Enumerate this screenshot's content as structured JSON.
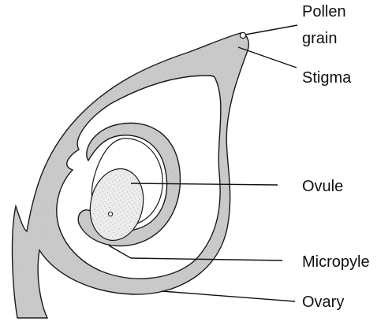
{
  "diagram": {
    "colors": {
      "tissue_fill": "#c9c9c9",
      "outline": "#1a1a1a",
      "ovule_fill": "#ececec",
      "leader_line": "#111111"
    },
    "labels": {
      "pollen_line1": "Pollen",
      "pollen_line2": "grain",
      "stigma": "Stigma",
      "ovule": "Ovule",
      "micropyle": "Micropyle",
      "ovary": "Ovary"
    }
  }
}
